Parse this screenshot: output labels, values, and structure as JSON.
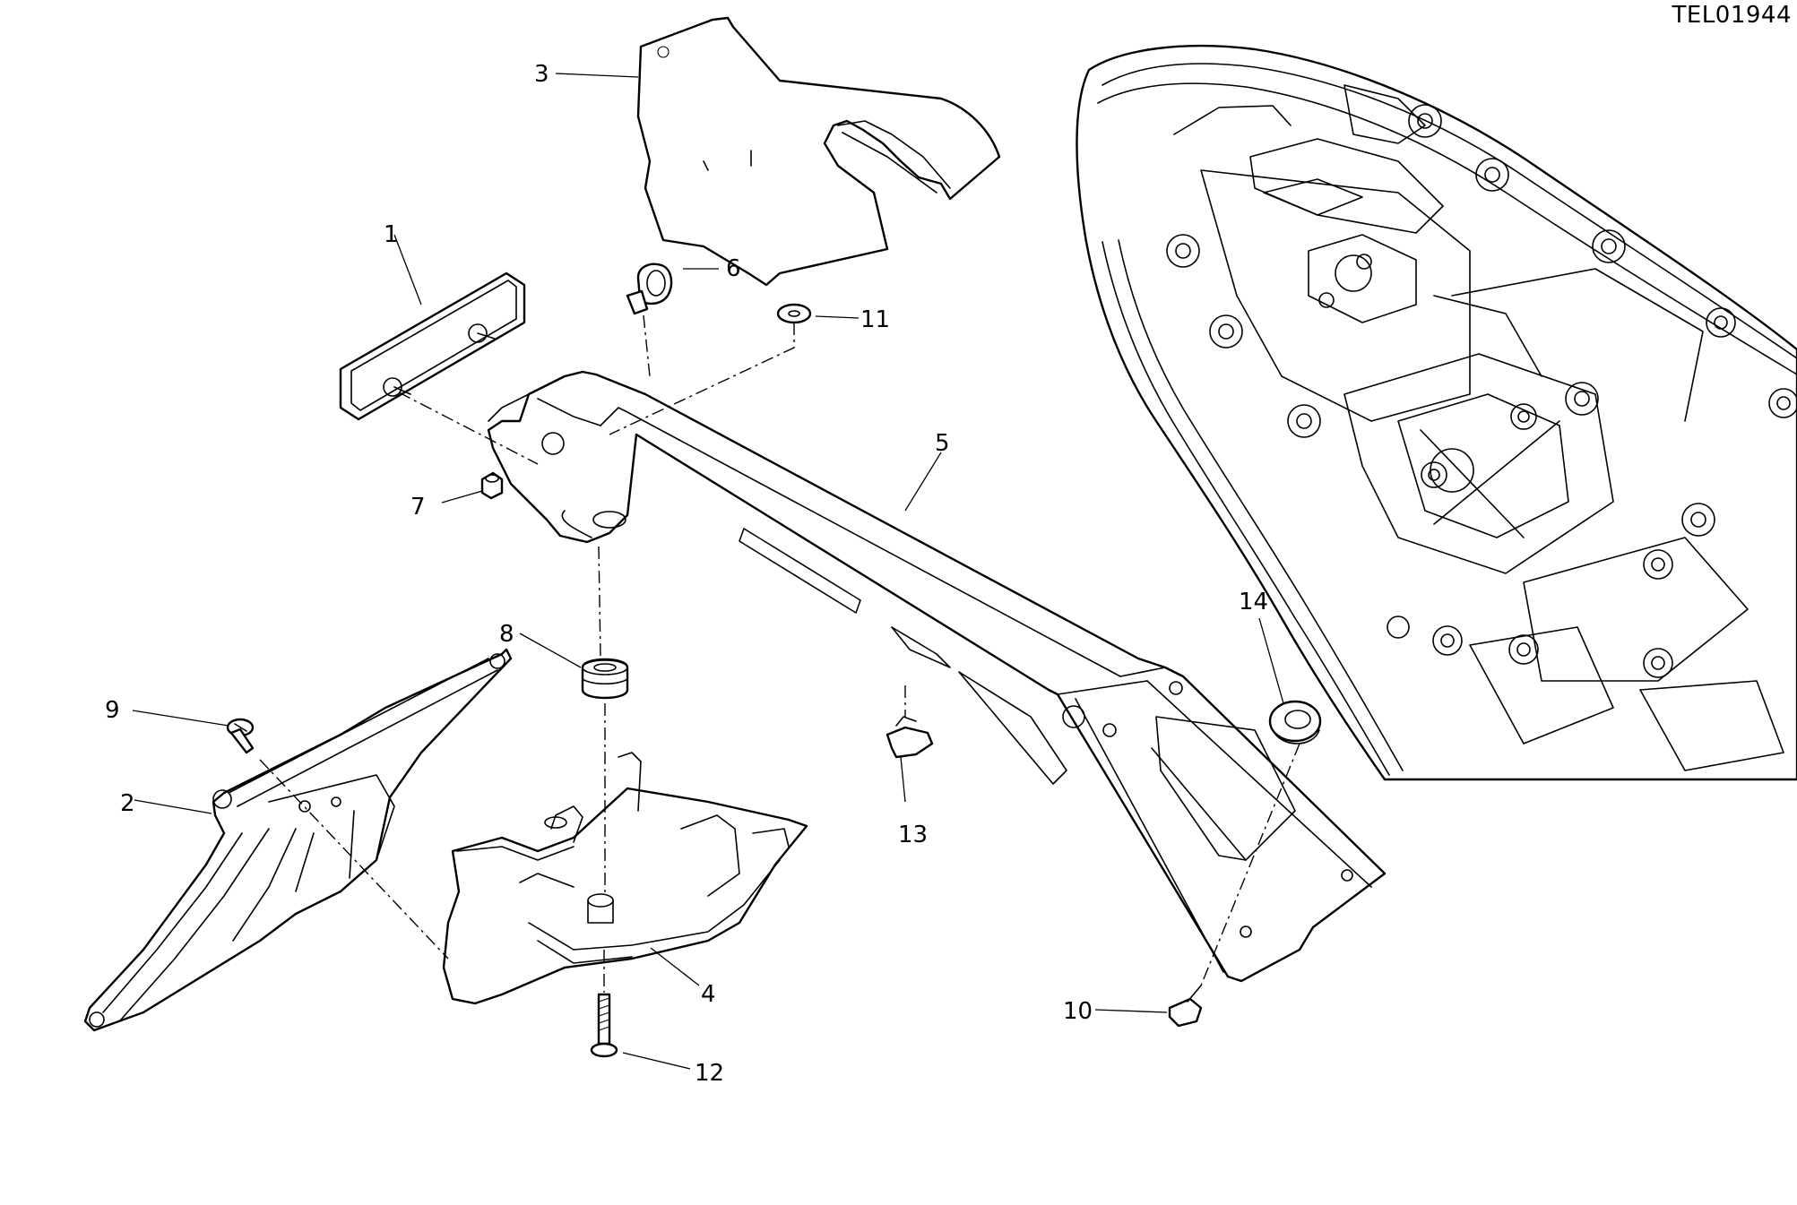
{
  "ref_code": "TEL01944",
  "callouts": [
    {
      "num": "1"
    },
    {
      "num": "2"
    },
    {
      "num": "3"
    },
    {
      "num": "4"
    },
    {
      "num": "5"
    },
    {
      "num": "6"
    },
    {
      "num": "7"
    },
    {
      "num": "8"
    },
    {
      "num": "9"
    },
    {
      "num": "10"
    },
    {
      "num": "11"
    },
    {
      "num": "12"
    },
    {
      "num": "13"
    },
    {
      "num": "14"
    }
  ]
}
